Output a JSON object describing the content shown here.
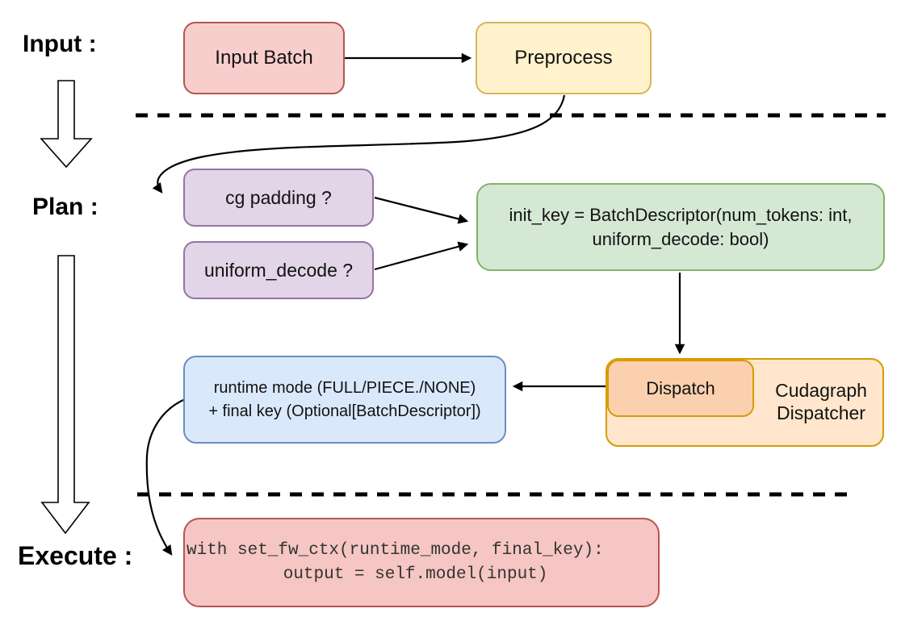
{
  "phase_labels": {
    "input": "Input :",
    "plan": "Plan :",
    "execute": "Execute :"
  },
  "nodes": {
    "input_batch": {
      "label": "Input Batch"
    },
    "preprocess": {
      "label": "Preprocess"
    },
    "cg_padding": {
      "label": "cg padding ?"
    },
    "uniform_decode": {
      "label": "uniform_decode ?"
    },
    "init_key": {
      "line1": "init_key = BatchDescriptor(num_tokens: int,",
      "line2": "uniform_decode: bool)"
    },
    "runtime_mode": {
      "line1": "runtime mode (FULL/PIECE./NONE)",
      "line2": "+ final key (Optional[BatchDescriptor])"
    },
    "dispatch": {
      "label": "Dispatch"
    },
    "cudagraph_dispatcher": {
      "line1": "Cudagraph",
      "line2": "Dispatcher"
    },
    "execute_code": {
      "line1": "with set_fw_ctx(runtime_mode, final_key):",
      "line2": "    output = self.model(input)"
    }
  },
  "colors": {
    "pink_fill": "#F8CECC",
    "pink_stroke": "#B85450",
    "yellow_fill": "#FFF2CC",
    "yellow_stroke": "#D6B656",
    "purple_fill": "#E1D5E7",
    "purple_stroke": "#9673A6",
    "green_fill": "#D5E8D4",
    "green_stroke": "#82B366",
    "blue_fill": "#DAE8FC",
    "blue_stroke": "#6C8EBF",
    "orange_outer_fill": "#FFE6CC",
    "orange_inner_fill": "#FAD0AE",
    "orange_stroke": "#D79B00",
    "red_code_fill": "#F5C6C3",
    "red_code_stroke": "#B85450",
    "connector": "#000000"
  }
}
